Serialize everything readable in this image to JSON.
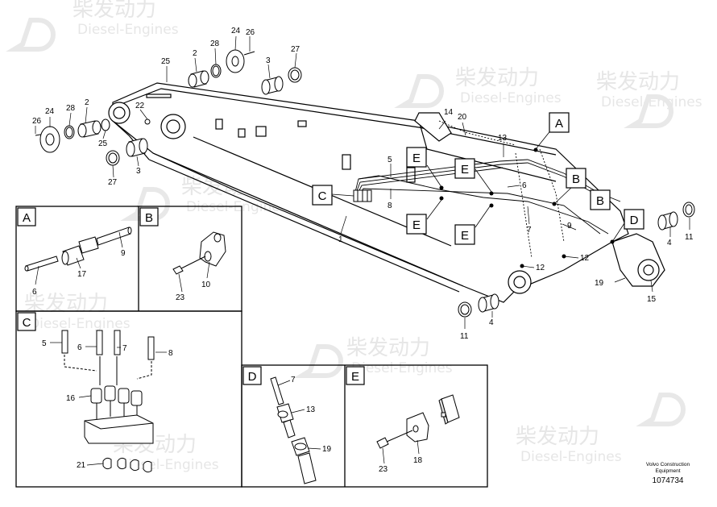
{
  "watermark": {
    "brand": "柴发动力",
    "subtitle": "Diesel-Engines"
  },
  "footer": {
    "maker_line1": "Volvo Construction",
    "maker_line2": "Equipment",
    "drawing_number": "1074734"
  },
  "callouts": {
    "A": "A",
    "B": "B",
    "C": "C",
    "D": "D",
    "E": "E"
  },
  "main_labels": {
    "l1": "1",
    "l2a": "2",
    "l2b": "2",
    "l3a": "3",
    "l3b": "3",
    "l4a": "4",
    "l4b": "4",
    "l5": "5",
    "l6": "6",
    "l7": "7",
    "l8": "8",
    "l9": "9",
    "l11a": "11",
    "l11b": "11",
    "l12a": "12",
    "l12b": "12",
    "l13": "13",
    "l14": "14",
    "l15": "15",
    "l19": "19",
    "l20": "20",
    "l22": "22",
    "l24a": "24",
    "l24b": "24",
    "l25a": "25",
    "l25b": "25",
    "l26a": "26",
    "l26b": "26",
    "l27a": "27",
    "l27b": "27",
    "l28a": "28",
    "l28b": "28"
  },
  "detail_a": {
    "title": "A",
    "l6": "6",
    "l9": "9",
    "l17": "17"
  },
  "detail_b": {
    "title": "B",
    "l10": "10",
    "l23": "23"
  },
  "detail_c": {
    "title": "C",
    "l5": "5",
    "l6": "6",
    "l7": "7",
    "l8": "8",
    "l16": "16",
    "l21": "21"
  },
  "detail_d": {
    "title": "D",
    "l7": "7",
    "l13": "13",
    "l19": "19"
  },
  "detail_e": {
    "title": "E",
    "l18": "18",
    "l23": "23"
  }
}
